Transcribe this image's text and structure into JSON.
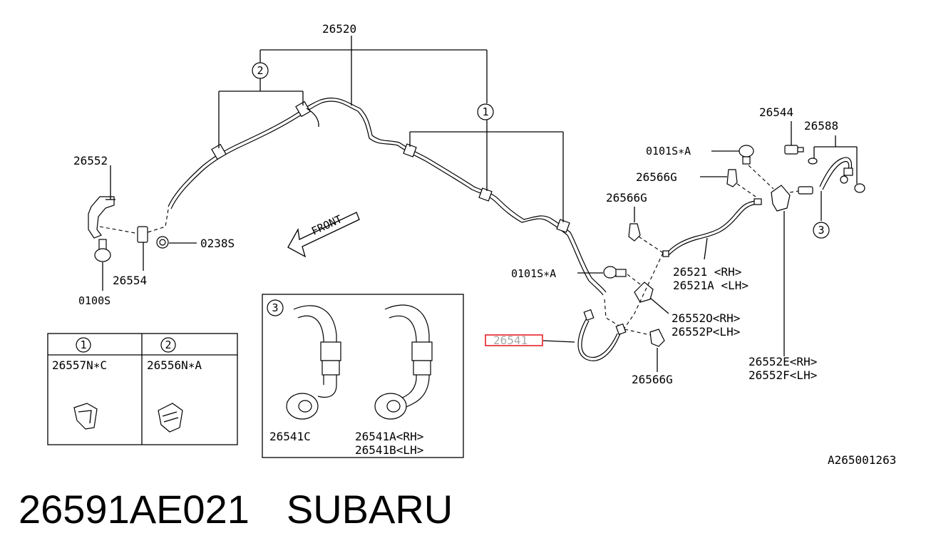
{
  "diagram": {
    "labels": {
      "l26520": "26520",
      "l26552": "26552",
      "l26554": "26554",
      "l0238s": "0238S",
      "l0100s": "0100S",
      "lfront": "FRONT",
      "l26544": "26544",
      "l26588": "26588",
      "l0101s_top": "0101S∗A",
      "l26566g_1": "26566G",
      "l26566g_2": "26566G",
      "l26566g_3": "26566G",
      "l0101s_mid": "0101S∗A",
      "l26521_rh": "26521 <RH>",
      "l26521a_lh": "26521A <LH>",
      "l26552o_rh": "26552O<RH>",
      "l26552p_lh": "26552P<LH>",
      "l26552e_rh": "26552E<RH>",
      "l26552f_lh": "26552F<LH>",
      "l26541": "26541",
      "l26541c": "26541C",
      "l26541a_rh": "26541A<RH>",
      "l26541b_lh": "26541B<LH>",
      "ref_code": "A265001263"
    },
    "callouts": {
      "c1": "1",
      "c2": "2",
      "c3": "3"
    },
    "legend": {
      "col1_num": "1",
      "col2_num": "2",
      "col1_part": "26557N∗C",
      "col2_part": "26556N∗A"
    },
    "inset": {
      "num": "3"
    },
    "highlight_color": "#e8202a"
  },
  "footer": {
    "part_number": "26591AE021",
    "brand": "SUBARU"
  }
}
